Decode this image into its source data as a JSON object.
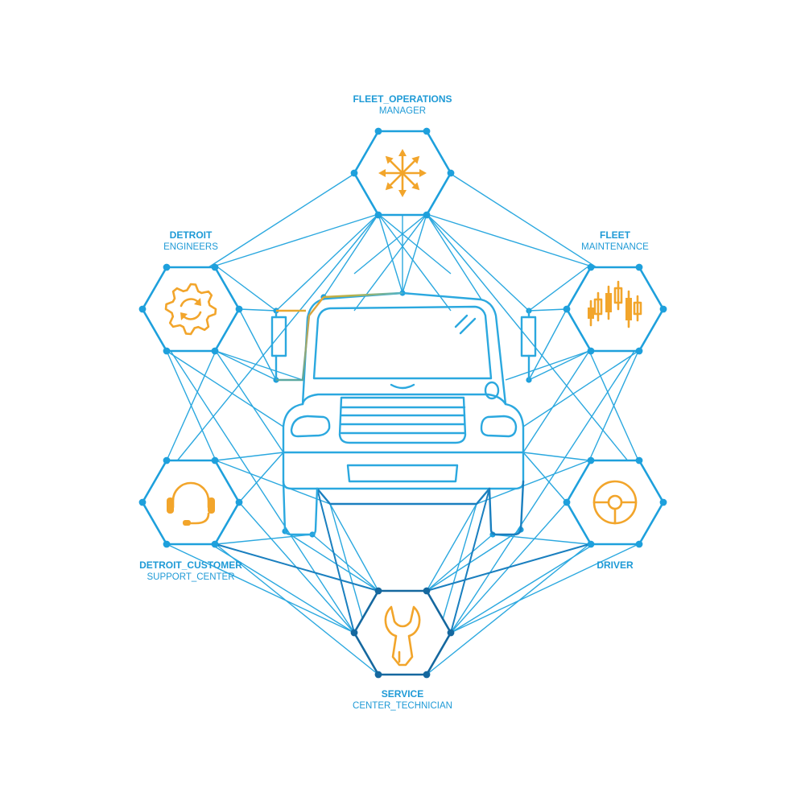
{
  "nodes": [
    {
      "key": "fleet-operations-manager",
      "title": "FLEET_OPERATIONS",
      "subtitle": "MANAGER",
      "icon": "directions-arrows-icon"
    },
    {
      "key": "detroit-engineers",
      "title": "DETROIT",
      "subtitle": "ENGINEERS",
      "icon": "gear-refresh-icon"
    },
    {
      "key": "fleet-maintenance",
      "title": "FLEET",
      "subtitle": "MAINTENANCE",
      "icon": "candlestick-chart-icon"
    },
    {
      "key": "detroit-customer-support-center",
      "title": "DETROIT_CUSTOMER",
      "subtitle": "SUPPORT_CENTER",
      "icon": "headset-icon"
    },
    {
      "key": "driver",
      "title": "DRIVER",
      "subtitle": "",
      "icon": "steering-wheel-icon"
    },
    {
      "key": "service-center-technician",
      "title": "SERVICE",
      "subtitle": "CENTER_TECHNICIAN",
      "icon": "wrench-icon"
    }
  ],
  "center": {
    "icon": "truck-front-icon"
  },
  "colors": {
    "network_blue": "#2ba8df",
    "network_dark_blue": "#15689f",
    "icon_orange": "#f2a52b",
    "label_blue": "#1e9ad6"
  }
}
